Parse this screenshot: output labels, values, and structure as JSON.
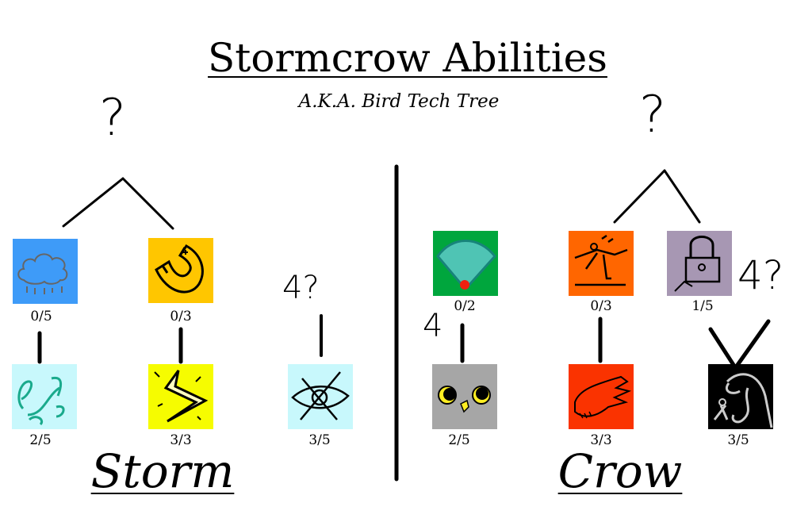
{
  "title": "Stormcrow Abilities",
  "subtitle": "A.K.A. Bird Tech Tree",
  "annotations": {
    "unknown": "?",
    "storm_tier": "4?",
    "crow_tier_left": "4",
    "crow_tier_right": "4?"
  },
  "storm": {
    "label": "Storm",
    "abilities": [
      {
        "icon": "rain-cloud-icon",
        "level": "0/5",
        "color": "#3e9bf8"
      },
      {
        "icon": "magnet-icon",
        "level": "0/3",
        "color": "#ffc600"
      },
      {
        "icon": "wind-icon",
        "level": "2/5",
        "color": "#c8f8fc"
      },
      {
        "icon": "lightning-icon",
        "level": "3/3",
        "color": "#f6fc00"
      },
      {
        "icon": "crossed-eye-icon",
        "level": "3/5",
        "color": "#c8f8fc"
      }
    ]
  },
  "crow": {
    "label": "Crow",
    "abilities": [
      {
        "icon": "shield-cone-icon",
        "level": "0/2",
        "color": "#00a63d"
      },
      {
        "icon": "tripping-figure-icon",
        "level": "0/3",
        "color": "#ff6600"
      },
      {
        "icon": "padlock-icon",
        "level": "1/5",
        "color": "#a797b3"
      },
      {
        "icon": "owl-eyes-icon",
        "level": "2/5",
        "color": "#a6a6a6"
      },
      {
        "icon": "wing-icon",
        "level": "3/3",
        "color": "#fa3300"
      },
      {
        "icon": "crow-scissors-icon",
        "level": "3/5",
        "color": "#000000"
      }
    ]
  }
}
